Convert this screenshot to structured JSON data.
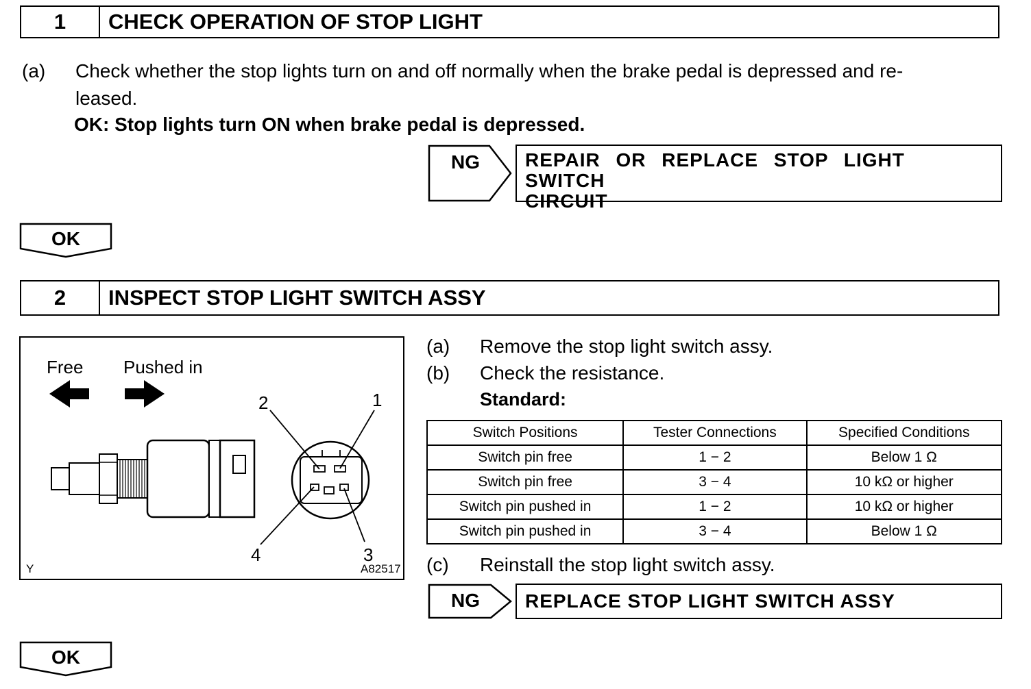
{
  "step1": {
    "number": "1",
    "title": "CHECK OPERATION OF STOP LIGHT",
    "a_label": "(a)",
    "a_line1": "Check whether the stop lights turn on and off normally when the brake pedal is depressed and re-",
    "a_line2": "leased.",
    "ok_line": "OK: Stop lights turn ON when brake pedal is depressed.",
    "ng_label": "NG",
    "ng_line1": "REPAIR OR REPLACE STOP LIGHT SWITCH",
    "ng_line2": "CIRCUIT",
    "ok_badge": "OK"
  },
  "step2": {
    "number": "2",
    "title": "INSPECT STOP LIGHT SWITCH ASSY",
    "a_label": "(a)",
    "a_text": "Remove the stop light switch assy.",
    "b_label": "(b)",
    "b_text": "Check the resistance.",
    "standard": "Standard:",
    "c_label": "(c)",
    "c_text": "Reinstall the stop light switch assy.",
    "ng_label": "NG",
    "ng_text": "REPLACE STOP LIGHT SWITCH ASSY",
    "ok_badge": "OK"
  },
  "figure": {
    "free": "Free",
    "pushed_in": "Pushed in",
    "pin1": "1",
    "pin2": "2",
    "pin3": "3",
    "pin4": "4",
    "corner_left": "Y",
    "corner_right": "A82517"
  },
  "table": {
    "headers": [
      "Switch Positions",
      "Tester Connections",
      "Specified Conditions"
    ],
    "rows": [
      [
        "Switch pin free",
        "1 − 2",
        "Below 1 Ω"
      ],
      [
        "Switch pin free",
        "3 − 4",
        "10 kΩ or higher"
      ],
      [
        "Switch pin pushed in",
        "1 − 2",
        "10 kΩ or higher"
      ],
      [
        "Switch pin pushed in",
        "3 − 4",
        "Below 1 Ω"
      ]
    ]
  }
}
